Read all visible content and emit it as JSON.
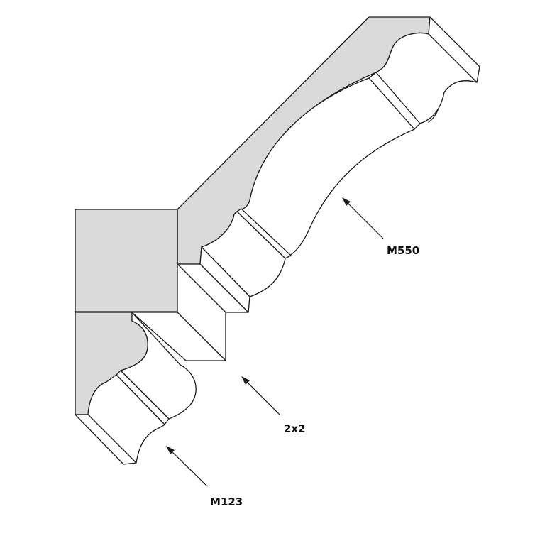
{
  "diagram": {
    "components": [
      {
        "id": "m550",
        "label": "M550"
      },
      {
        "id": "2x2",
        "label": "2x2"
      },
      {
        "id": "m123",
        "label": "M123"
      }
    ],
    "colors": {
      "end_face": "#dadada",
      "surface": "#ffffff",
      "stroke": "#1a1a1a"
    }
  }
}
